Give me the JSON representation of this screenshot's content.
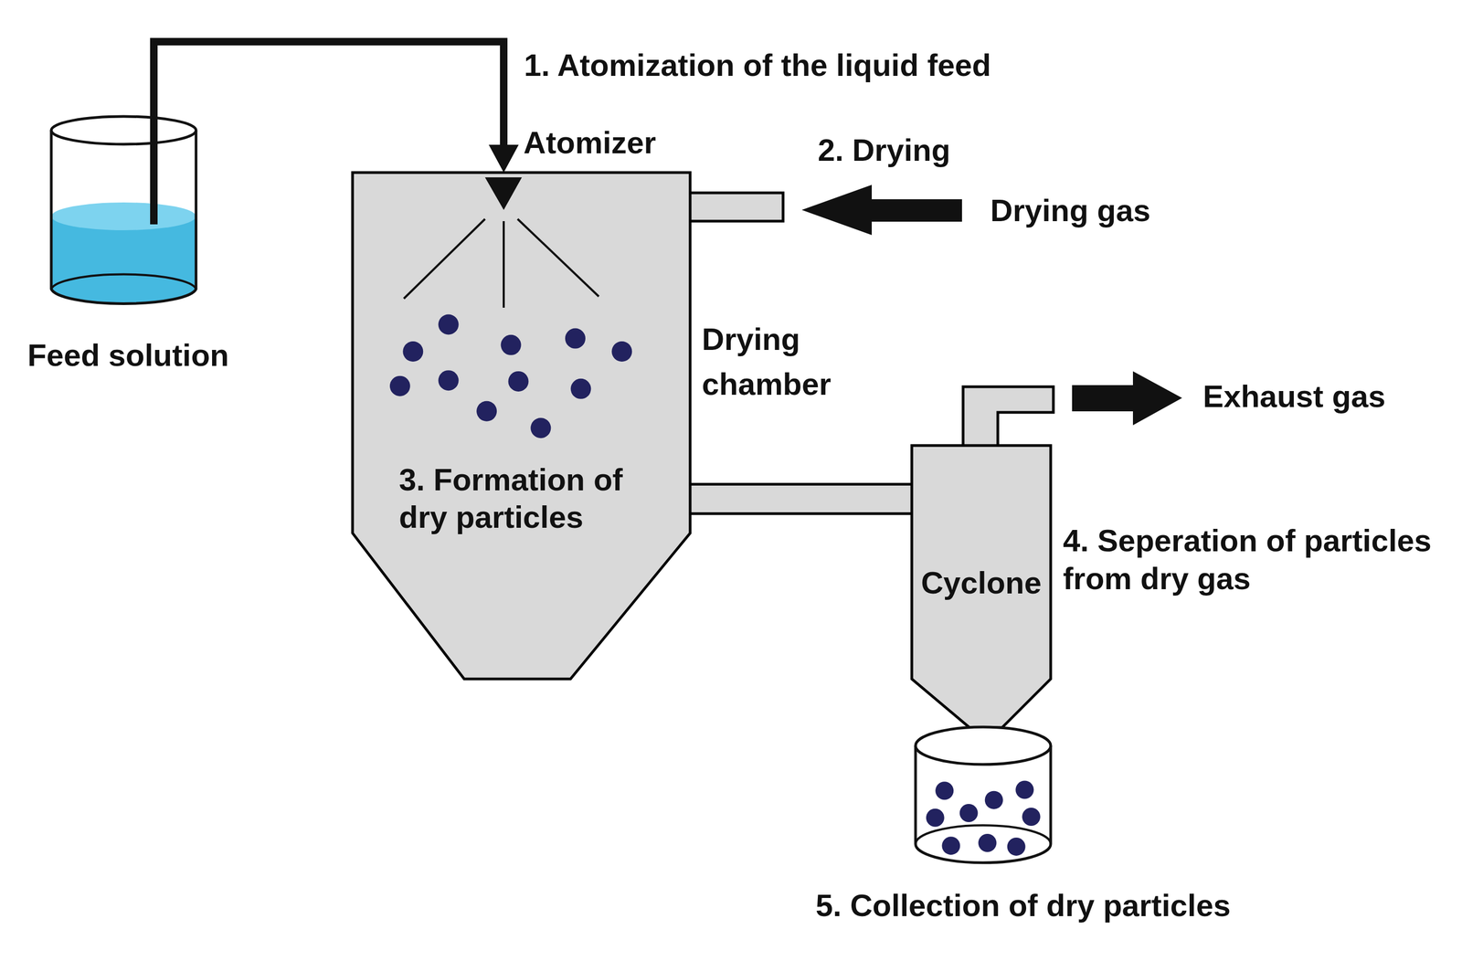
{
  "diagram": {
    "nodes": [
      {
        "text": [
          "Feed solution"
        ]
      },
      {
        "text": [
          "3. Formation of dry particles"
        ]
      },
      {
        "text": [
          "Cyclone"
        ]
      },
      {
        "text": [
          "5. Collection of dry particles"
        ]
      }
    ],
    "edges": [
      {
        "from": 0,
        "to": 1,
        "arrow": "to"
      },
      {
        "from": 1,
        "to": 2,
        "arrow": "none"
      }
    ],
    "labels": [
      "1. Atomization of the liquid feed",
      "Atomizer",
      "2. Drying",
      "Drying gas",
      "Drying chamber",
      "Exhaust gas",
      "4. Seperation of particles from dry gas"
    ]
  }
}
